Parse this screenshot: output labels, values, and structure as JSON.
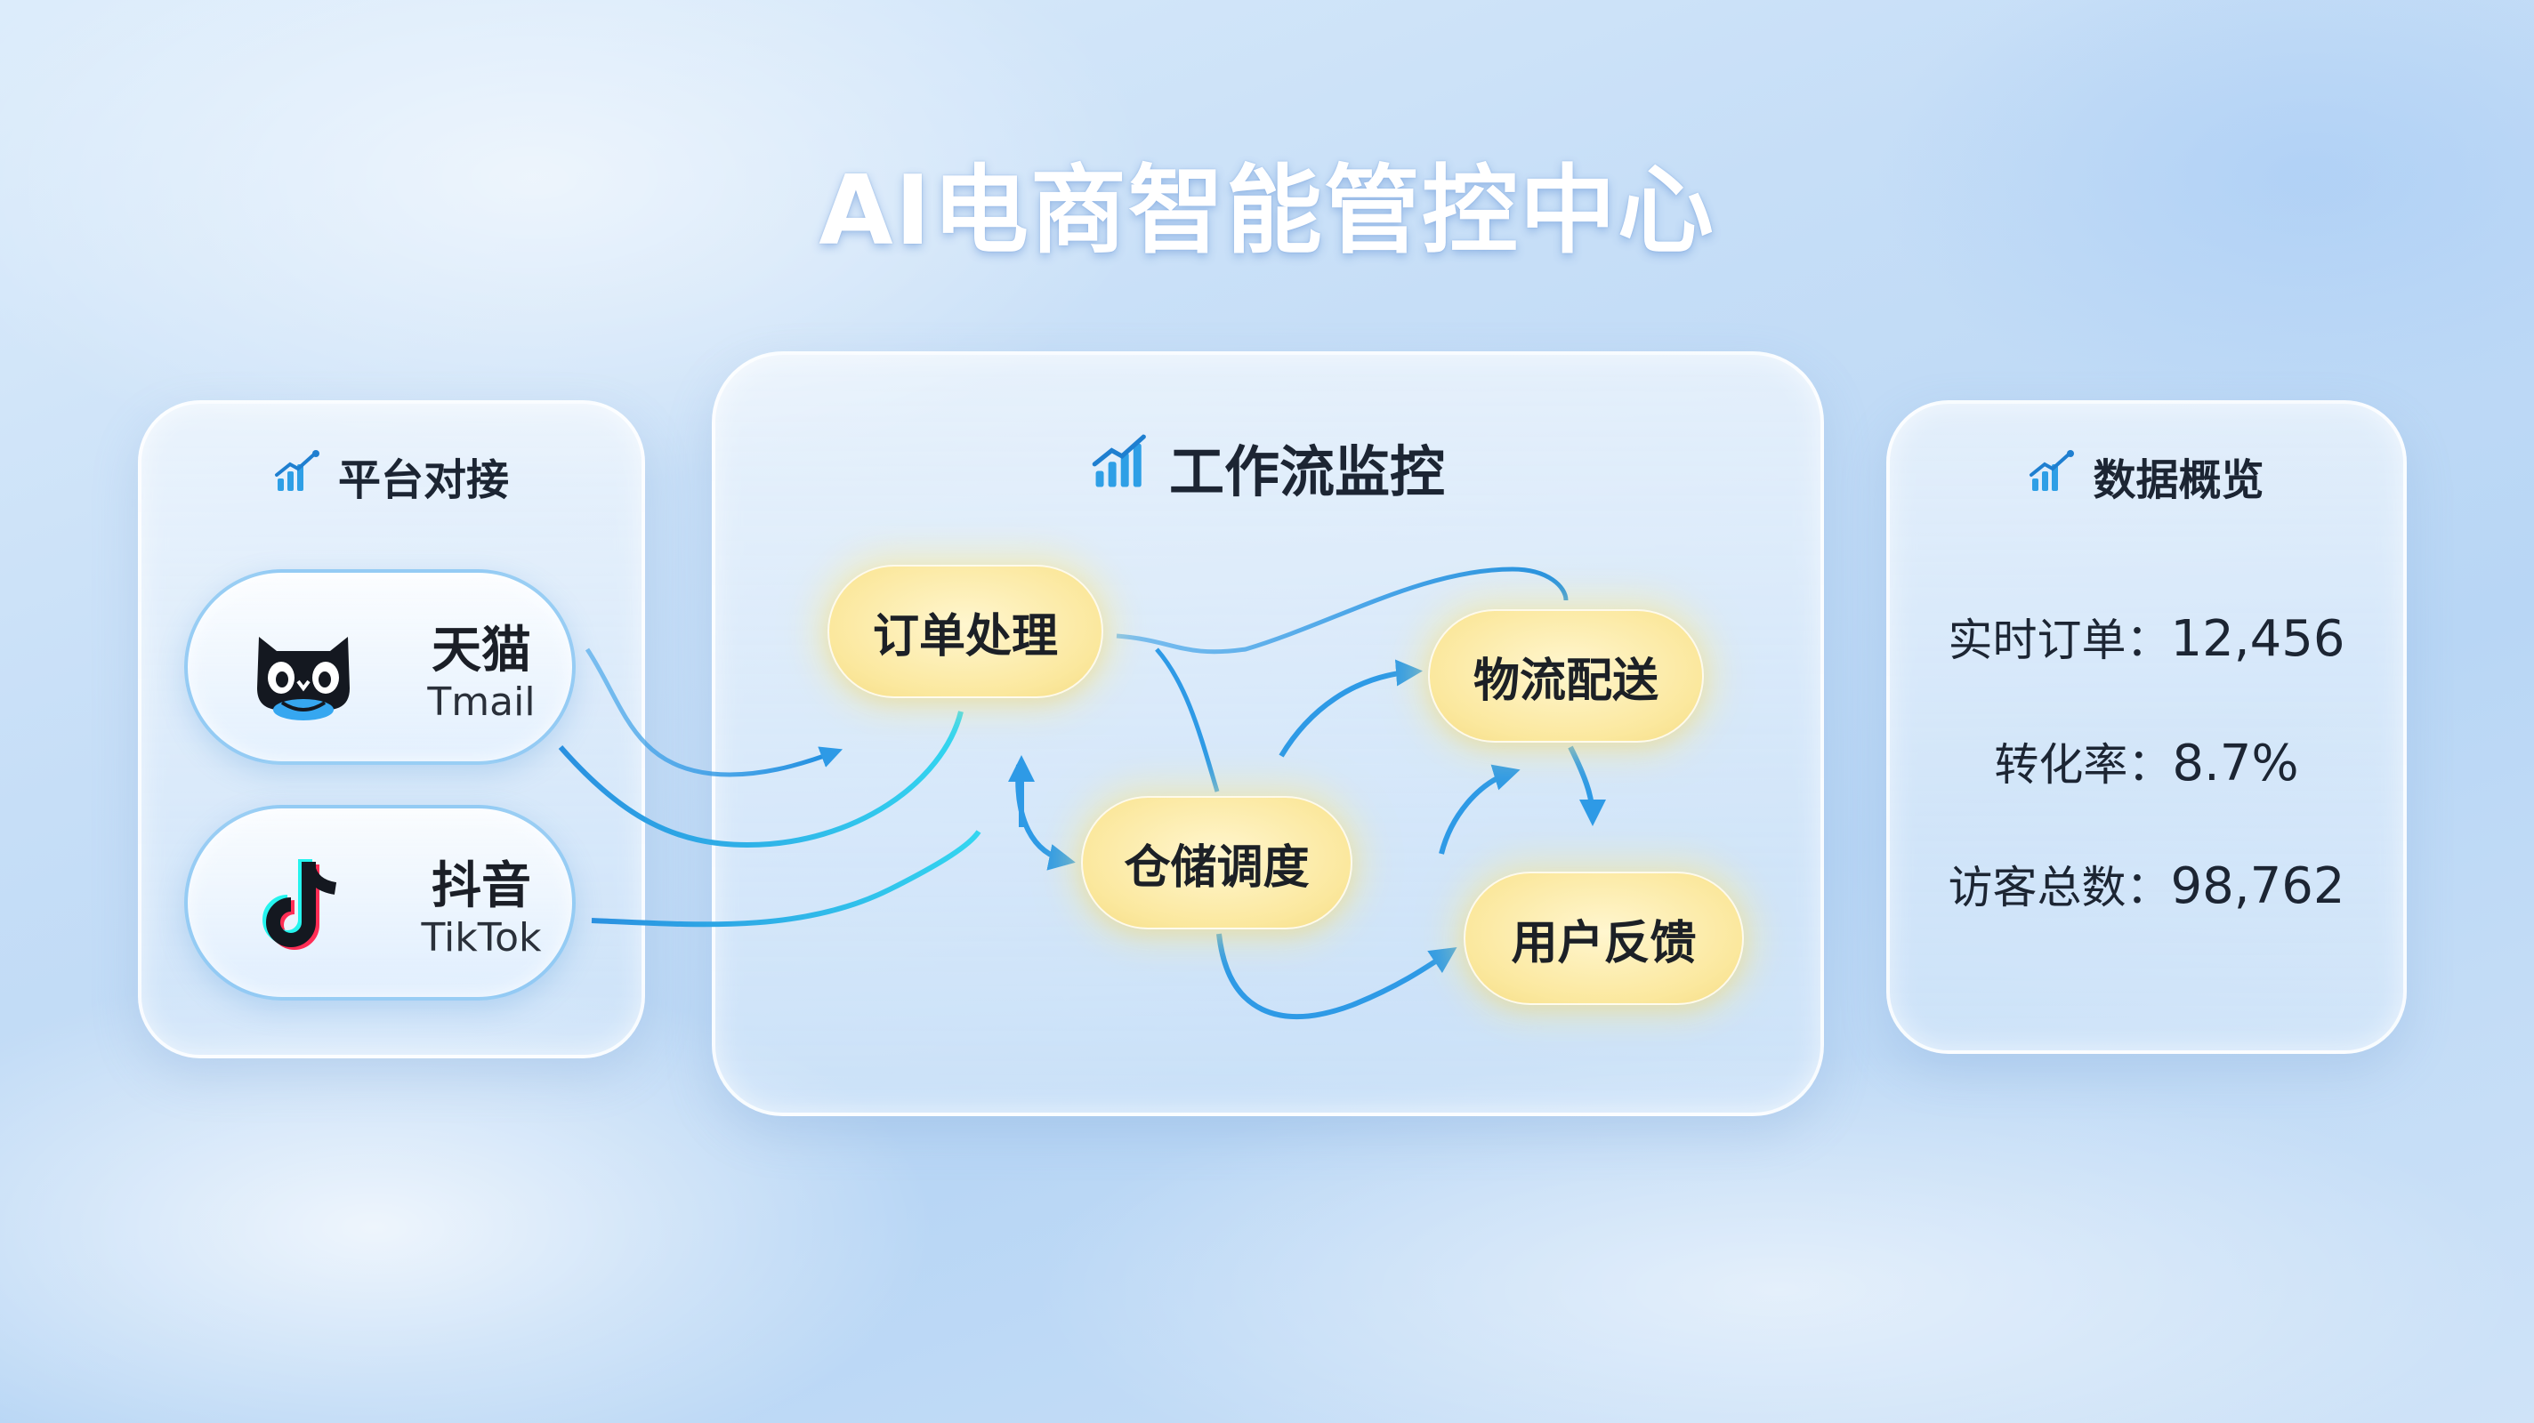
{
  "title": "AI电商智能管控中心",
  "panels": {
    "platforms": {
      "title": "平台对接",
      "items": [
        {
          "name": "天猫",
          "sub": "Tmail",
          "icon": "tmall-cat-icon"
        },
        {
          "name": "抖音",
          "sub": "TikTok",
          "icon": "tiktok-note-icon"
        }
      ]
    },
    "workflow": {
      "title": "工作流监控",
      "nodes": [
        "订单处理",
        "仓储调度",
        "物流配送",
        "用户反馈"
      ]
    },
    "stats": {
      "title": "数据概览",
      "items": [
        {
          "label": "实时订单：",
          "value": "12,456"
        },
        {
          "label": "转化率：",
          "value": "8.7%"
        },
        {
          "label": "访客总数：",
          "value": "98,762"
        }
      ]
    }
  },
  "icons": {
    "panel_header": "bar-chart-trend-icon"
  },
  "colors": {
    "accent": "#2e9fe6",
    "node": "#fbe89e",
    "title": "#ffffff"
  }
}
